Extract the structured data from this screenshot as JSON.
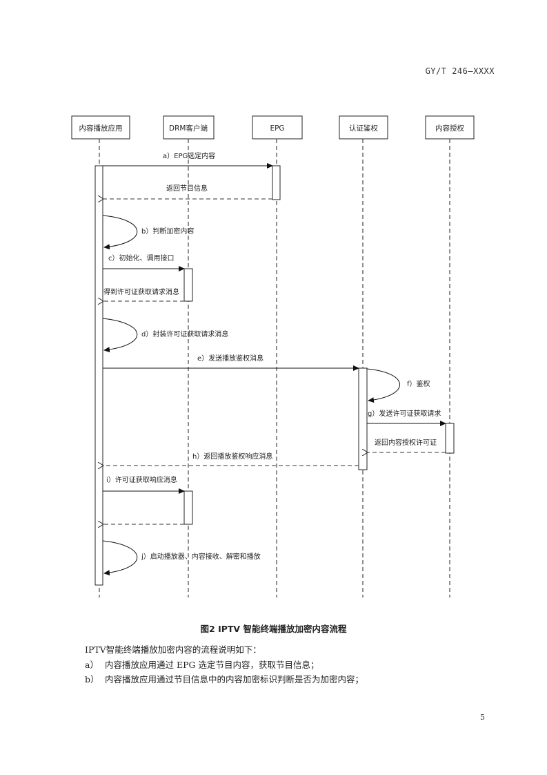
{
  "header": {
    "doc_id": "GY/T 246—XXXX"
  },
  "diagram": {
    "participants": [
      {
        "id": "app",
        "label": "内容播放应用"
      },
      {
        "id": "drm",
        "label": "DRM客户端"
      },
      {
        "id": "epg",
        "label": "EPG"
      },
      {
        "id": "auth",
        "label": "认证鉴权"
      },
      {
        "id": "license",
        "label": "内容授权"
      }
    ],
    "messages": [
      {
        "step": "a",
        "label": "a）EPG选定内容",
        "from": "app",
        "to": "epg",
        "kind": "call"
      },
      {
        "step": "a-return",
        "label": "返回节目信息",
        "from": "epg",
        "to": "app",
        "kind": "return"
      },
      {
        "step": "b",
        "label": "b）判断加密内容",
        "from": "app",
        "to": "app",
        "kind": "self"
      },
      {
        "step": "c",
        "label": "c）初始化、调用接口",
        "from": "app",
        "to": "drm",
        "kind": "call"
      },
      {
        "step": "c-return",
        "label": "得到许可证获取请求消息",
        "from": "drm",
        "to": "app",
        "kind": "return"
      },
      {
        "step": "d",
        "label": "d）封装许可证获取请求消息",
        "from": "app",
        "to": "app",
        "kind": "self"
      },
      {
        "step": "e",
        "label": "e）发送播放鉴权消息",
        "from": "app",
        "to": "auth",
        "kind": "call"
      },
      {
        "step": "f",
        "label": "f）鉴权",
        "from": "auth",
        "to": "auth",
        "kind": "self"
      },
      {
        "step": "g",
        "label": "g）发送许可证获取请求",
        "from": "auth",
        "to": "license",
        "kind": "call"
      },
      {
        "step": "g-return",
        "label": "返回内容授权许可证",
        "from": "license",
        "to": "auth",
        "kind": "return"
      },
      {
        "step": "h",
        "label": "h）返回播放鉴权响应消息",
        "from": "auth",
        "to": "app",
        "kind": "return"
      },
      {
        "step": "i",
        "label": "i）许可证获取响应消息",
        "from": "app",
        "to": "drm",
        "kind": "call"
      },
      {
        "step": "i-return",
        "label": "",
        "from": "drm",
        "to": "app",
        "kind": "return"
      },
      {
        "step": "j",
        "label": "j）启动播放器、内容接收、解密和播放",
        "from": "app",
        "to": "app",
        "kind": "self"
      }
    ]
  },
  "caption": "图2   IPTV 智能终端播放加密内容流程",
  "body": {
    "intro": "IPTV智能终端播放加密内容的流程说明如下：",
    "items": [
      {
        "label": "a）",
        "text": "内容播放应用通过 EPG 选定节目内容，获取节目信息；"
      },
      {
        "label": "b）",
        "text": "内容播放应用通过节目信息中的内容加密标识判断是否为加密内容；"
      }
    ]
  },
  "footer": {
    "page_number": "5"
  }
}
